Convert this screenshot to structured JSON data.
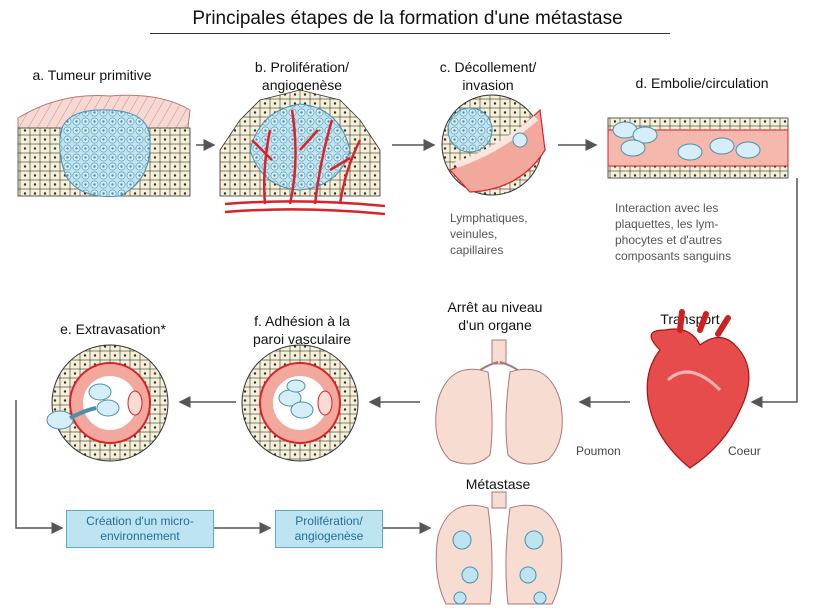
{
  "title": "Principales étapes de la formation d'une métastase",
  "stages": {
    "a": "a. Tumeur primitive",
    "b_line1": "b. Prolifération/",
    "b_line2": "angiogenèse",
    "c_line1": "c. Décollement/",
    "c_line2": "invasion",
    "d": "d. Embolie/circulation",
    "e": "e. Extravasation*",
    "f_line1": "f. Adhésion à la",
    "f_line2": "paroi vasculaire"
  },
  "notes": {
    "vessels_line1": "Lymphatiques,",
    "vessels_line2": "veinules,",
    "vessels_line3": "capillaires",
    "interaction_line1": "Interaction avec les",
    "interaction_line2": "plaquettes, les lym-",
    "interaction_line3": "phocytes et d'autres",
    "interaction_line4": "composants sanguins"
  },
  "organ": {
    "arrest_line1": "Arrêt au niveau",
    "arrest_line2": "d'un organe",
    "transport": "Transport",
    "lung": "Poumon",
    "heart": "Coeur",
    "metastasis": "Métastase"
  },
  "boxes": {
    "microenv_line1": "Création d'un micro-",
    "microenv_line2": "environnement",
    "prolif_line1": "Prolifération/",
    "prolif_line2": "angiogenèse"
  },
  "colors": {
    "tumor_cell": "#bfe4f1",
    "normal_cell": "#f7f0d8",
    "vessel": "#e23a3a",
    "vessel_light": "#f4b8ad",
    "lung": "#f7dcd2",
    "arrow": "#555555"
  }
}
